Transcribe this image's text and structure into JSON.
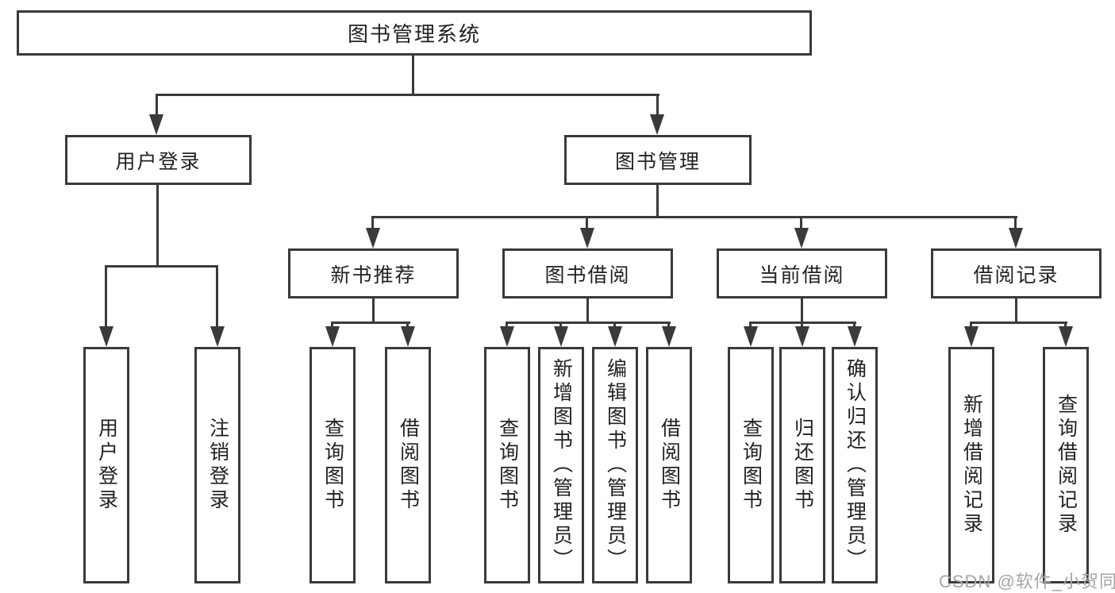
{
  "page": {
    "background": "#ffffff",
    "line_color": "#3a3a3a",
    "box_fill": "#ffffff",
    "text_color": "#222222"
  },
  "watermark": {
    "text": "CSDN @软件_小贺同学",
    "color": "#a6a6a6"
  },
  "tree": {
    "label": "图书管理系统",
    "children": [
      {
        "label": "用户登录",
        "children": [
          {
            "label": "用户登录"
          },
          {
            "label": "注销登录"
          }
        ]
      },
      {
        "label": "图书管理",
        "children": [
          {
            "label": "新书推荐",
            "children": [
              {
                "label": "查询图书"
              },
              {
                "label": "借阅图书"
              }
            ]
          },
          {
            "label": "图书借阅",
            "children": [
              {
                "label": "查询图书"
              },
              {
                "label": "新增图书（管理员）"
              },
              {
                "label": "编辑图书（管理员）"
              },
              {
                "label": "借阅图书"
              }
            ]
          },
          {
            "label": "当前借阅",
            "children": [
              {
                "label": "查询图书"
              },
              {
                "label": "归还图书"
              },
              {
                "label": "确认归还（管理员）"
              }
            ]
          },
          {
            "label": "借阅记录",
            "children": [
              {
                "label": "新增借阅记录"
              },
              {
                "label": "查询借阅记录"
              }
            ]
          }
        ]
      }
    ]
  }
}
